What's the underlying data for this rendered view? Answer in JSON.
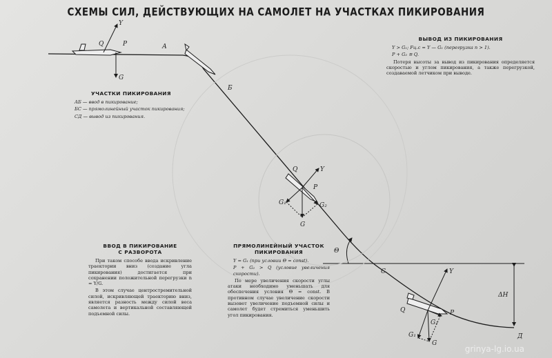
{
  "title": "СХЕМЫ СИЛ, ДЕЙСТВУЮЩИХ НА САМОЛЕТ НА УЧАСТКАХ ПИКИРОВАНИЯ",
  "points": {
    "A": "А",
    "B": "Б",
    "C": "С",
    "D": "Д"
  },
  "forces": {
    "Y": "Y",
    "G": "G",
    "Q": "Q",
    "P": "P",
    "G1": "G₁",
    "G2": "G₂"
  },
  "angle_label": "Θ",
  "height_label": "ΔH",
  "sections": {
    "title": "УЧАСТКИ ПИКИРОВАНИЯ",
    "items": [
      "АБ — ввод в пикирование;",
      "БС — прямолинейный участок пикирования;",
      "СД — вывод из пикирования."
    ]
  },
  "exit": {
    "title": "ВЫВОД ИЗ ПИКИРОВАНИЯ",
    "formula1": "Y > G₁; Fц.с = Y — G₁ (перегрузка n > 1).",
    "formula2": "P + G₂ ≅ Q.",
    "text": "Потеря высоты за вывод из пикирования определяется скоростью и углом пикирования, а также перегрузкой, создаваемой летчиком при выводе."
  },
  "entry": {
    "title1": "ВВОД В ПИКИРОВАНИЕ",
    "title2": "С РАЗВОРОТА",
    "p1": "При таком способе ввода искривление траектории вниз (создание угла пикирования) достигается при сохранении положительной перегрузки n = Y/G.",
    "p2": "В этом случае центростремительной силой, искривляющей траекторию вниз, является разность между силой веса самолета и вертикальной составляющей подъемной силы."
  },
  "straight": {
    "title1": "ПРЯМОЛИНЕЙНЫЙ УЧАСТОК",
    "title2": "ПИКИРОВАНИЯ",
    "formula1": "Y = G₁ (при условии Θ = const).",
    "formula2": "P + G₂ > Q (условие увеличения скорости).",
    "text": "По мере увеличения скорости углы атаки необходимо уменьшать для обеспечения условия Θ = const. В противном случае увеличение скорости вызовет увеличение подъемной силы и самолет будет стремиться уменьшить угол пикирования."
  },
  "watermark": "grinya-lg.io.ua"
}
